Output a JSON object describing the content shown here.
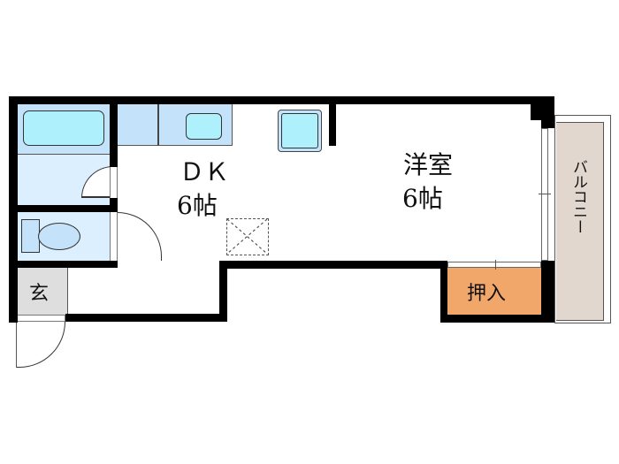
{
  "floorplan": {
    "rooms": {
      "dk": {
        "name": "ＤＫ",
        "size": "6帖"
      },
      "western": {
        "name": "洋室",
        "size": "6帖"
      },
      "closet": {
        "name": "押入"
      },
      "entrance": {
        "name": "玄"
      },
      "balcony": {
        "name": "バルコニー"
      }
    },
    "colors": {
      "wall": "#000000",
      "wet_area": "#dcefff",
      "fixture": "#aef0fb",
      "counter": "#c4e3fb",
      "closet": "#f1a66a",
      "entrance": "#dedede",
      "balcony": "#e1d7ce"
    }
  }
}
